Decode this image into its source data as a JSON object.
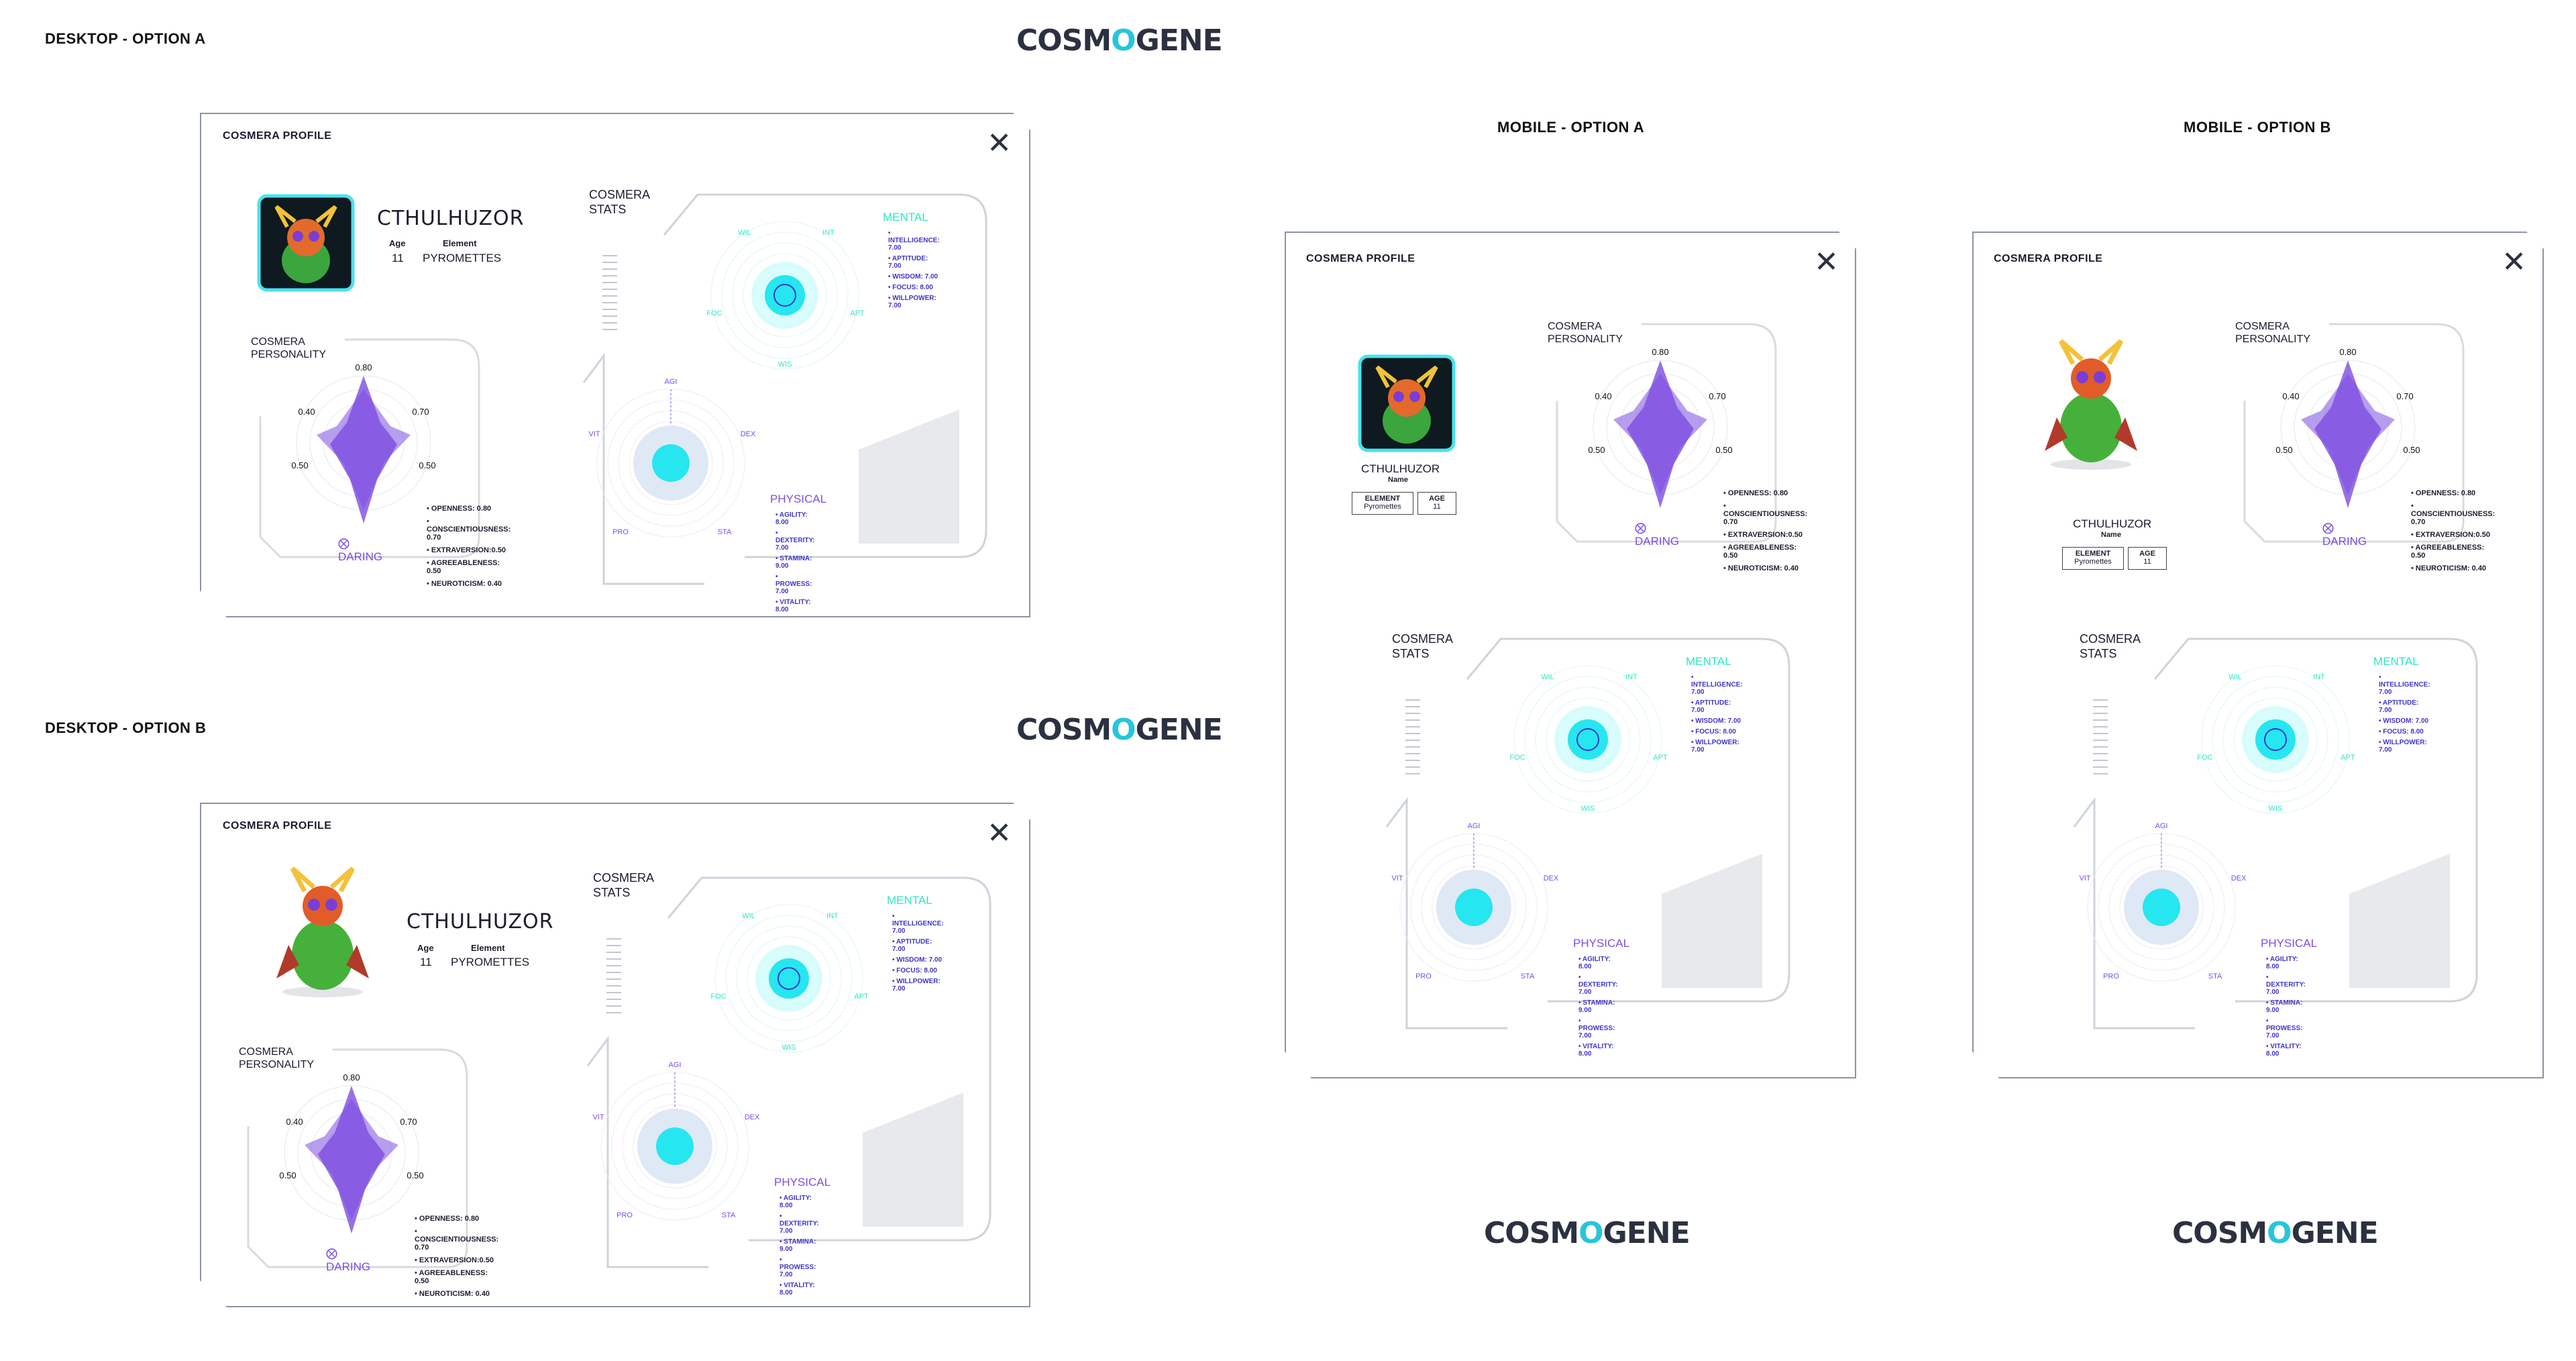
{
  "brand": {
    "logo_pre": "COSM",
    "logo_mid": "O",
    "logo_post": "GENE"
  },
  "sections": {
    "desktop_a": "DESKTOP - OPTION A",
    "desktop_b": "DESKTOP - OPTION B",
    "mobile_a": "MOBILE - OPTION A",
    "mobile_b": "MOBILE - OPTION B"
  },
  "profile": {
    "title": "COSMERA PROFILE",
    "close": "✕",
    "name": "CTHULHUZOR",
    "name_label": "Name",
    "age_label": "Age",
    "age_label_upper": "AGE",
    "age": "11",
    "element_label": "Element",
    "element_label_upper": "ELEMENT",
    "element_value": "PYROMETTES",
    "element_value_mobile": "Pyromettes"
  },
  "personality": {
    "title_line1": "COSMERA",
    "title_line2": "PERSONALITY",
    "badge": "DARING",
    "axis": {
      "top": "0.80",
      "tr": "0.70",
      "br": "0.50",
      "bl": "0.50",
      "tl": "0.40"
    },
    "items": [
      "OPENNESS: 0.80",
      "CONSCIENTIOUSNESS: 0.70",
      "EXTRAVERSION:0.50",
      "AGREEABLENESS: 0.50",
      "NEUROTICISM: 0.40"
    ]
  },
  "stats": {
    "title_line1": "COSMERA",
    "title_line2": "STATS",
    "mental_title": "MENTAL",
    "mental": [
      "INTELLIGENCE: 7.00",
      "APTITUDE: 7.00",
      "WISDOM: 7.00",
      "FOCUS: 8.00",
      "WILLPOWER: 7.00"
    ],
    "mental_axes": {
      "wil": "WIL",
      "int": "INT",
      "foc": "FOC",
      "apt": "APT",
      "wis": "WIS"
    },
    "physical_title": "PHYSICAL",
    "physical": [
      "AGILITY: 8.00",
      "DEXTERITY: 7.00",
      "STAMINA: 9.00",
      "PROWESS: 7.00",
      "VITALITY: 8.00"
    ],
    "physical_axes": {
      "agi": "AGI",
      "vit": "VIT",
      "dex": "DEX",
      "pro": "PRO",
      "sta": "STA"
    }
  },
  "colors": {
    "accent": "#7c4de0",
    "cyan": "#26e6f0",
    "mint": "#2ee6c4",
    "stat_text": "#3d36c9"
  }
}
